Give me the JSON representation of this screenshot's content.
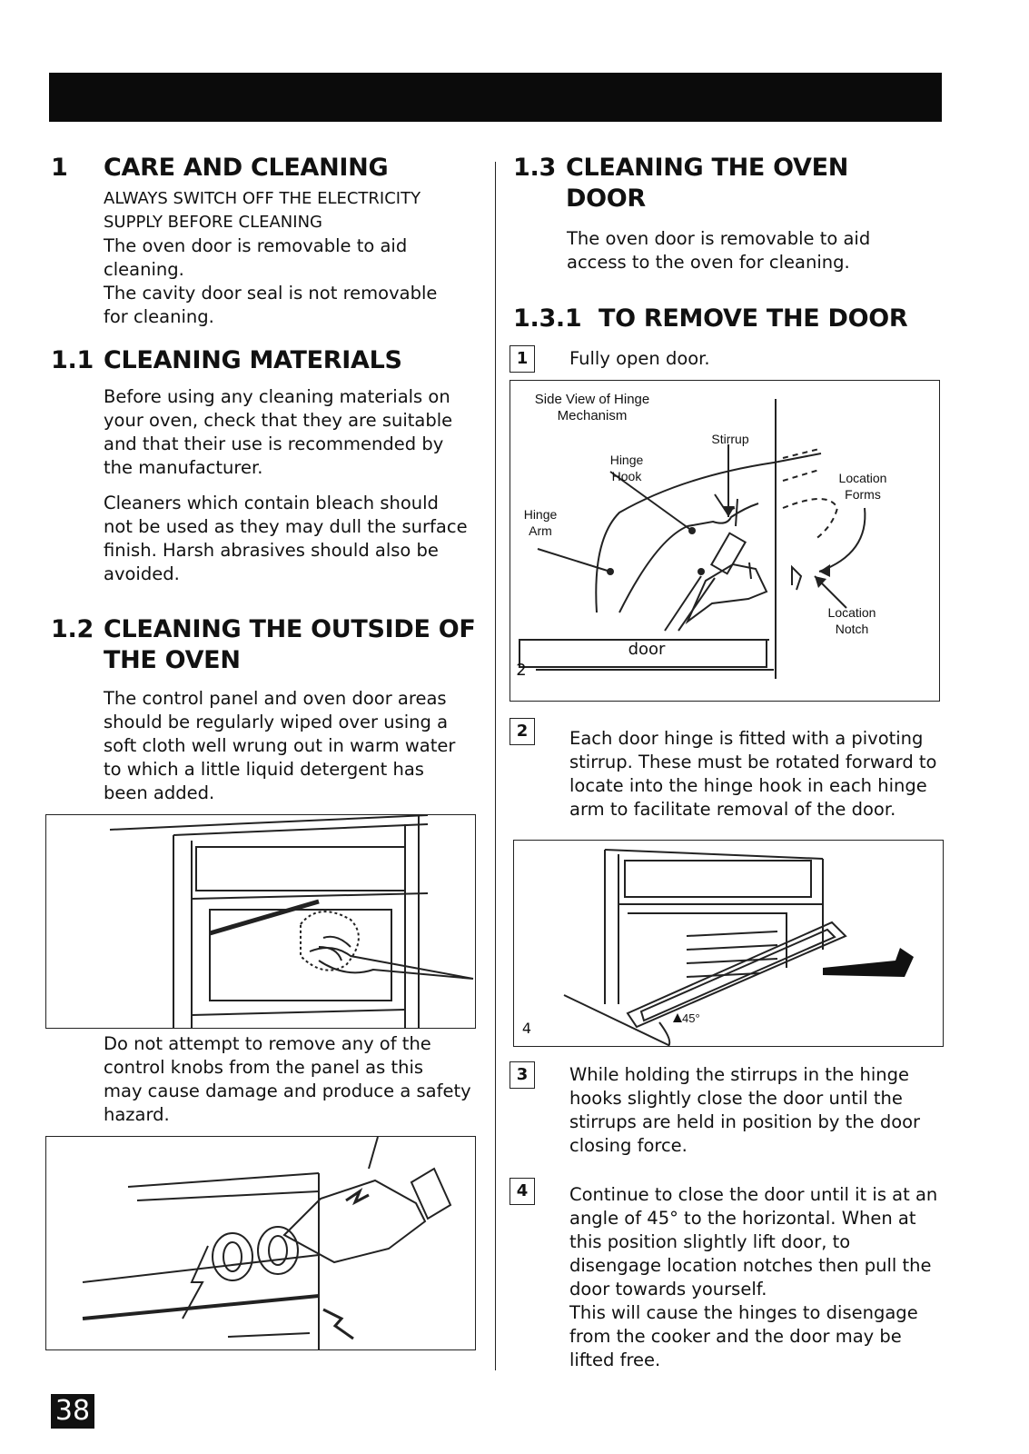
{
  "sections": {
    "s1": {
      "number": "1",
      "title": "CARE AND CLEANING",
      "warning_l1": "ALWAYS SWITCH OFF THE ELECTRICITY",
      "warning_l2": "SUPPLY BEFORE CLEANING",
      "p1_l1": "The oven door is removable to aid",
      "p1_l2": "cleaning.",
      "p2_l1": "The cavity door seal is not removable",
      "p2_l2": "for cleaning."
    },
    "s1_1": {
      "number": "1.1",
      "title": "CLEANING MATERIALS",
      "p1_l1": "Before using any cleaning materials on",
      "p1_l2": "your oven, check that they are suitable",
      "p1_l3": "and that their use is recommended by",
      "p1_l4": "the manufacturer.",
      "p2_l1": "Cleaners which contain bleach should",
      "p2_l2": "not be used as they may dull the surface",
      "p2_l3": "finish. Harsh abrasives should also be",
      "p2_l4": "avoided."
    },
    "s1_2": {
      "number": "1.2",
      "title_l1": "CLEANING THE OUTSIDE OF",
      "title_l2": "THE OVEN",
      "p1_l1": "The control panel and oven door areas",
      "p1_l2": "should be regularly wiped over using a",
      "p1_l3": "soft cloth well wrung out in warm water",
      "p1_l4": "to which a little liquid detergent has",
      "p1_l5": "been added.",
      "p2_l1": "Do not attempt to remove any of the",
      "p2_l2": "control knobs from the panel as this",
      "p2_l3": "may cause damage and produce a safety",
      "p2_l4": "hazard."
    },
    "s1_3": {
      "number": "1.3",
      "title_l1": "CLEANING THE OVEN",
      "title_l2": "DOOR",
      "p1_l1": "The oven door is removable to aid",
      "p1_l2": "access to the oven for cleaning."
    },
    "s1_3_1": {
      "number": "1.3.1",
      "title": "TO REMOVE THE DOOR"
    }
  },
  "steps": [
    {
      "num": "1",
      "lines": [
        "Fully open door."
      ]
    },
    {
      "num": "2",
      "lines": [
        "Each door hinge is fitted with a pivoting",
        "stirrup. These must be rotated forward to",
        "locate into the hinge hook in each hinge",
        "arm to facilitate removal of the door."
      ]
    },
    {
      "num": "3",
      "lines": [
        "While holding the stirrups in the hinge",
        "hooks slightly close the door until the",
        "stirrups are held in position by the door",
        "closing force."
      ]
    },
    {
      "num": "4",
      "lines": [
        "Continue to close the door until it is at an",
        "angle of 45° to the horizontal. When at",
        "this position slightly lift door, to",
        "disengage location notches then pull the",
        "door towards yourself.",
        "This will cause the hinges to disengage",
        "from the cooker and the door may be",
        "lifted free."
      ]
    }
  ],
  "hinge_figure": {
    "title_l1": "Side View of Hinge",
    "title_l2": "Mechanism",
    "stirrup": "Stirrup",
    "hinge_hook_l1": "Hinge",
    "hinge_hook_l2": "Hook",
    "hinge_arm_l1": "Hinge",
    "hinge_arm_l2": "Arm",
    "location_forms_l1": "Location",
    "location_forms_l2": "Forms",
    "location_notch_l1": "Location",
    "location_notch_l2": "Notch",
    "door": "door",
    "fig_num": "2"
  },
  "door_figure": {
    "fig_num": "4",
    "angle": "45°"
  },
  "page_number": "38"
}
